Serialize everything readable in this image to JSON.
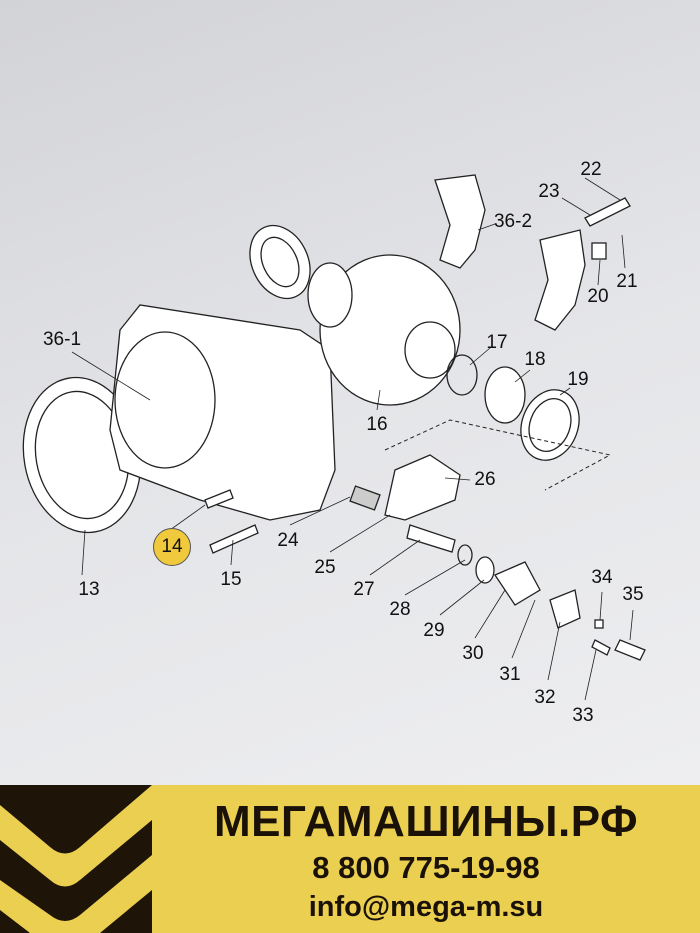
{
  "diagram": {
    "labels": {
      "p13": "13",
      "p14": "14",
      "p15": "15",
      "p16": "16",
      "p17": "17",
      "p18": "18",
      "p19": "19",
      "p20": "20",
      "p21": "21",
      "p22": "22",
      "p23": "23",
      "p24": "24",
      "p25": "25",
      "p26": "26",
      "p27": "27",
      "p28": "28",
      "p29": "29",
      "p30": "30",
      "p31": "31",
      "p32": "32",
      "p33": "33",
      "p34": "34",
      "p35": "35",
      "p36_1": "36-1",
      "p36_2": "36-2"
    },
    "highlighted_part": "14",
    "highlight_color": "#f0c93c"
  },
  "banner": {
    "brand": "МЕГАМАШИНЫ.РФ",
    "phone": "8 800 775-19-98",
    "email": "info@mega-m.su",
    "background_color": "#ebcf50",
    "logo_color": "#1f1408"
  }
}
